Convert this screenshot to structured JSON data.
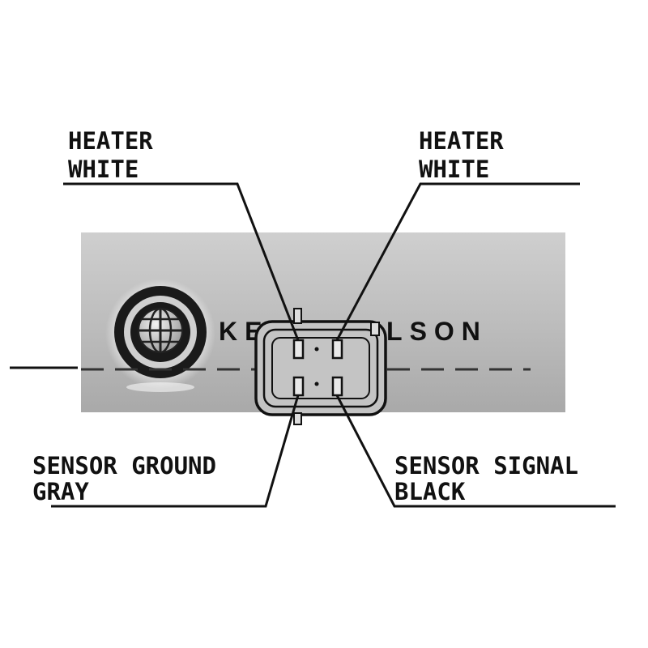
{
  "brand": {
    "name": "KERR NELSON",
    "logo_icon": "globe-icon",
    "panel_color": "#bdbdbd"
  },
  "labels": {
    "heater_left": {
      "line1": "HEATER",
      "line2": "WHITE"
    },
    "heater_right": {
      "line1": "HEATER",
      "line2": "WHITE"
    },
    "sensor_ground": {
      "line1": "SENSOR GROUND",
      "line2": "GRAY"
    },
    "sensor_signal": {
      "line1": "SENSOR SIGNAL",
      "line2": "BLACK"
    }
  },
  "connector": {
    "pins": [
      "heater-left-pin",
      "heater-right-pin",
      "sensor-ground-pin",
      "sensor-signal-pin"
    ]
  },
  "colors": {
    "ink": "#111111",
    "panel": "#bdbdbd"
  }
}
